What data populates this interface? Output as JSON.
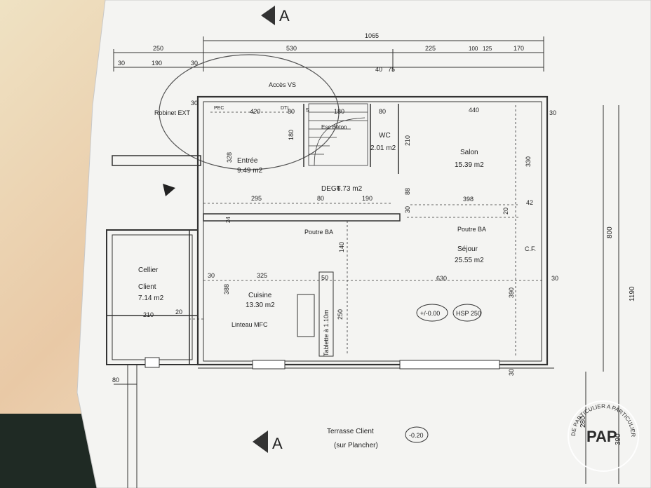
{
  "section_marker": "A",
  "dimensions": {
    "top_total": "1065",
    "top_row": [
      "250",
      "530",
      "225",
      "100",
      "125",
      "170"
    ],
    "second_row": [
      "30",
      "190",
      "30",
      "40",
      "75"
    ],
    "entree_width": "420",
    "wc_width_a": "80",
    "wc_width_b": "180",
    "wc_width_c": "80",
    "salon_side": "440",
    "left_side": "30",
    "right_side": "30",
    "entree_height": "328",
    "stair_height": "180",
    "wc_height": "210",
    "salon_height": "330",
    "salon_sub": "88",
    "hall_row": [
      "295",
      "80",
      "190"
    ],
    "hall_right": "398",
    "hall_gap": "30",
    "sejour_gap": "20",
    "sejour_right": "42",
    "beam_depth": "24",
    "cuisine_depth": "140",
    "cuisine_left": "30",
    "cuisine_width": "325",
    "cuisine_height": "388",
    "bench_width": "50",
    "bench_height": "250",
    "sejour_width": "630",
    "sejour_height": "390",
    "right_edge": "30",
    "cellier_width": "210",
    "cellier_side": "20",
    "terrace_offset": "80",
    "total_height": "800",
    "grand_total": "1190",
    "terrace_height": "280",
    "terrace_total": "390",
    "bottom_gap": "30",
    "wc_minor": "5"
  },
  "labels": {
    "acces": "Accès VS",
    "robinet": "Robinet EXT",
    "pec": "PEC",
    "dtl": "DTL",
    "esc": "Esc Béton",
    "degt": "DEGT",
    "poutre_left": "Poutre BA",
    "poutre_right": "Poutre BA",
    "linteau": "Linteau MFC",
    "tablette": "Tablette à 1.10m",
    "cf": "C.F.",
    "level": "+/-0.00",
    "hsp": "HSP 250",
    "terrace_level": "-0.20"
  },
  "rooms": {
    "entree": {
      "name": "Entrée",
      "area": "9.49 m2"
    },
    "wc": {
      "name": "WC",
      "area": "2.01 m2"
    },
    "salon": {
      "name": "Salon",
      "area": "15.39 m2"
    },
    "degt": {
      "area": "6.73 m2"
    },
    "sejour": {
      "name": "Séjour",
      "area": "25.55 m2"
    },
    "cuisine": {
      "name": "Cuisine",
      "area": "13.30 m2"
    },
    "cellier": {
      "name1": "Cellier",
      "name2": "Client",
      "area": "7.14 m2"
    },
    "terrasse": {
      "name": "Terrasse Client",
      "sub": "(sur Plancher)"
    }
  },
  "watermark": {
    "text": "DE PARTICULIER A PARTICULIER",
    "logo": "PAP"
  }
}
